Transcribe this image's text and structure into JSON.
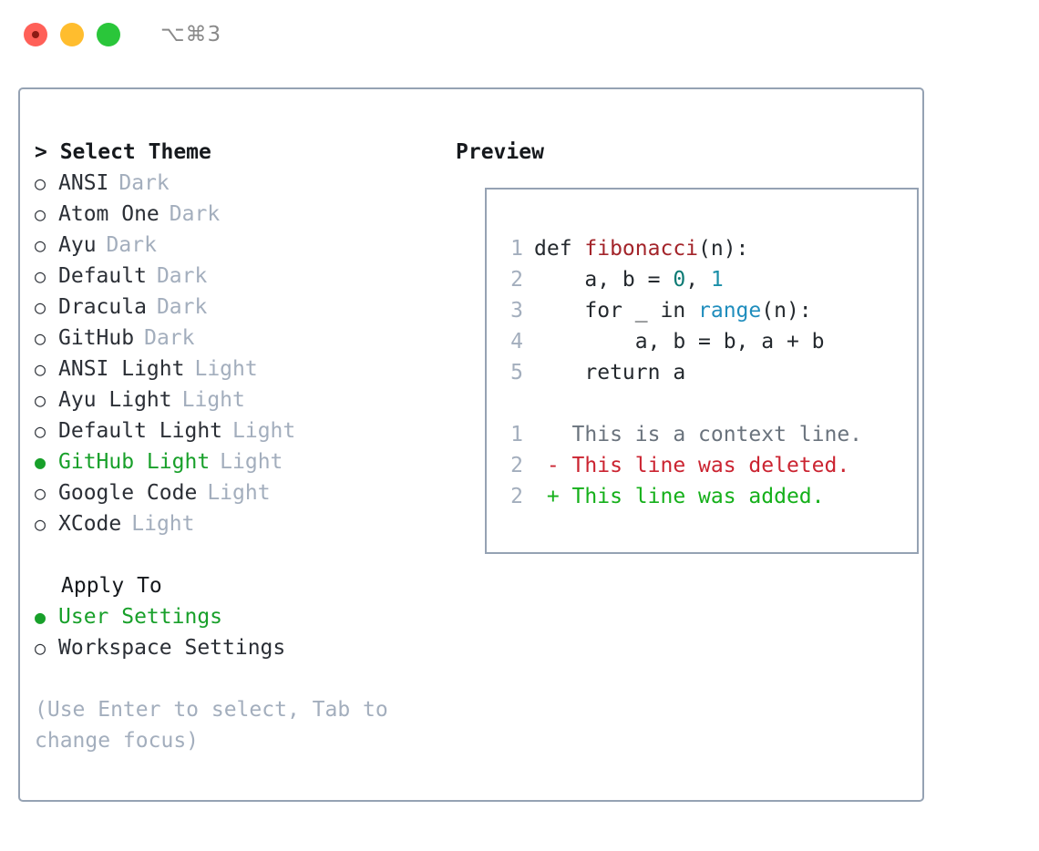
{
  "window": {
    "shortcut": "⌥⌘3",
    "traffic_lights": [
      "close-red",
      "minimize-yellow",
      "maximize-green"
    ]
  },
  "theme_panel": {
    "title": "> Select Theme",
    "selected_bullet": "●",
    "unselected_bullet": "○",
    "accent_color": "#18a02a",
    "tag_color": "#a3aebd",
    "items": [
      {
        "bullet": "○",
        "name": "ANSI",
        "tag": "Dark",
        "selected": false
      },
      {
        "bullet": "○",
        "name": "Atom One",
        "tag": "Dark",
        "selected": false
      },
      {
        "bullet": "○",
        "name": "Ayu",
        "tag": "Dark",
        "selected": false
      },
      {
        "bullet": "○",
        "name": "Default",
        "tag": "Dark",
        "selected": false
      },
      {
        "bullet": "○",
        "name": "Dracula",
        "tag": "Dark",
        "selected": false
      },
      {
        "bullet": "○",
        "name": "GitHub",
        "tag": "Dark",
        "selected": false
      },
      {
        "bullet": "○",
        "name": "ANSI Light",
        "tag": "Light",
        "selected": false
      },
      {
        "bullet": "○",
        "name": "Ayu Light",
        "tag": "Light",
        "selected": false
      },
      {
        "bullet": "○",
        "name": "Default Light",
        "tag": "Light",
        "selected": false
      },
      {
        "bullet": "●",
        "name": "GitHub Light",
        "tag": "Light",
        "selected": true
      },
      {
        "bullet": "○",
        "name": "Google Code",
        "tag": "Light",
        "selected": false
      },
      {
        "bullet": "○",
        "name": "XCode",
        "tag": "Light",
        "selected": false
      }
    ]
  },
  "apply_to": {
    "title": "Apply To",
    "options": [
      {
        "bullet": "●",
        "label": "User Settings",
        "selected": true
      },
      {
        "bullet": "○",
        "label": "Workspace Settings",
        "selected": false
      }
    ]
  },
  "hint": "(Use Enter to select, Tab to change focus)",
  "preview": {
    "title": "Preview",
    "code_lines": [
      {
        "number": "1",
        "tokens": [
          {
            "text": "def ",
            "type": "plain"
          },
          {
            "text": "fibonacci",
            "type": "fn"
          },
          {
            "text": "(n):",
            "type": "plain"
          }
        ]
      },
      {
        "number": "2",
        "tokens": [
          {
            "text": "    a, b = ",
            "type": "plain"
          },
          {
            "text": "0",
            "type": "num"
          },
          {
            "text": ", ",
            "type": "plain"
          },
          {
            "text": "1",
            "type": "num2"
          }
        ]
      },
      {
        "number": "3",
        "tokens": [
          {
            "text": "    for _ in ",
            "type": "plain"
          },
          {
            "text": "range",
            "type": "builtin"
          },
          {
            "text": "(n):",
            "type": "plain"
          }
        ]
      },
      {
        "number": "4",
        "tokens": [
          {
            "text": "        a, b = b, a + b",
            "type": "plain"
          }
        ]
      },
      {
        "number": "5",
        "tokens": [
          {
            "text": "    return a",
            "type": "plain"
          }
        ]
      }
    ],
    "diff_lines": [
      {
        "number": "1",
        "text": "   This is a context line.",
        "type": "context"
      },
      {
        "number": "2",
        "text": " - This line was deleted.",
        "type": "deleted"
      },
      {
        "number": "2",
        "text": " + This line was added.",
        "type": "added"
      }
    ]
  }
}
